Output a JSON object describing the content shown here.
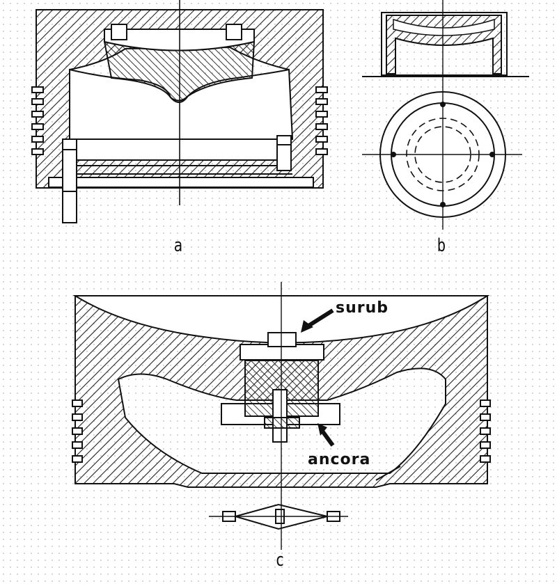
{
  "labels": {
    "a": "a",
    "b": "b",
    "c": "c"
  },
  "callouts": {
    "screw": "surub",
    "anchor": "ancora"
  },
  "colors": {
    "ink": "#111111",
    "hatch": "#222222",
    "paper": "#ffffff"
  }
}
